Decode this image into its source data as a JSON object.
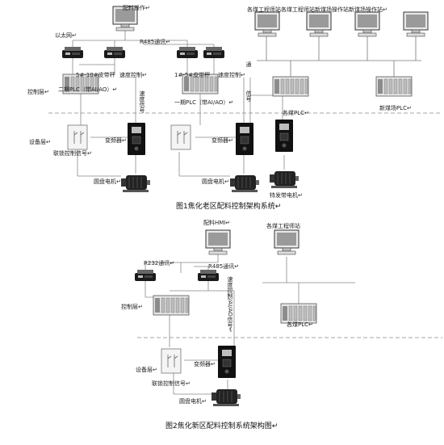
{
  "figure1": {
    "caption": "图1焦化老区配料控制架构系统↵",
    "labels": {
      "top_station": "配料操作↵",
      "ethernet": "以太网↵",
      "rs485": "R485通讯↵",
      "eng_stations": "各煤工程师站各煤工程师站新煤场操作站新煤场操作站↵",
      "plc_left": "5#-10#皮带秤",
      "plc_left_sub": "二期PLC（带AI/AO）↵",
      "plc_left_ctrl": "速度控制↵",
      "plc_mid": "1#-5#皮带秤",
      "plc_mid_ctrl": "速度控制↵",
      "plc_mid_sub": "一期PLC（带AI/AO）↵",
      "control_layer": "控制层↵",
      "vert_left": "速度信号",
      "vert_mid_1": "通",
      "vert_mid_2": "信号",
      "plc_right_mid": "各煤PLC↵",
      "plc_right": "新煤场PLC↵",
      "device_layer": "设备层↵",
      "vfd_left": "变频器↵",
      "interlock": "联锁控制信号↵",
      "vfd_mid": "变频器↵",
      "motor_left": "圆盘电机↵",
      "motor_mid": "圆盘电机↵",
      "motor_right": "特发带电机↵"
    }
  },
  "figure2": {
    "caption": "图2焦化新区配料控制系统架构图↵",
    "labels": {
      "top_station": "配料HMI↵",
      "eng_station": "各煤工程师站",
      "rs232": "R232通讯↵",
      "rs485": "R485通讯↵",
      "speed_vert": "速度控制/AI/AO信号↵",
      "control_layer": "控制层↵",
      "plc_right": "各煤PLC↵",
      "device_layer": "设备层↵",
      "vfd": "变频器↵",
      "interlock": "联锁控制信号↵",
      "motor": "圆盘电机↵"
    }
  }
}
